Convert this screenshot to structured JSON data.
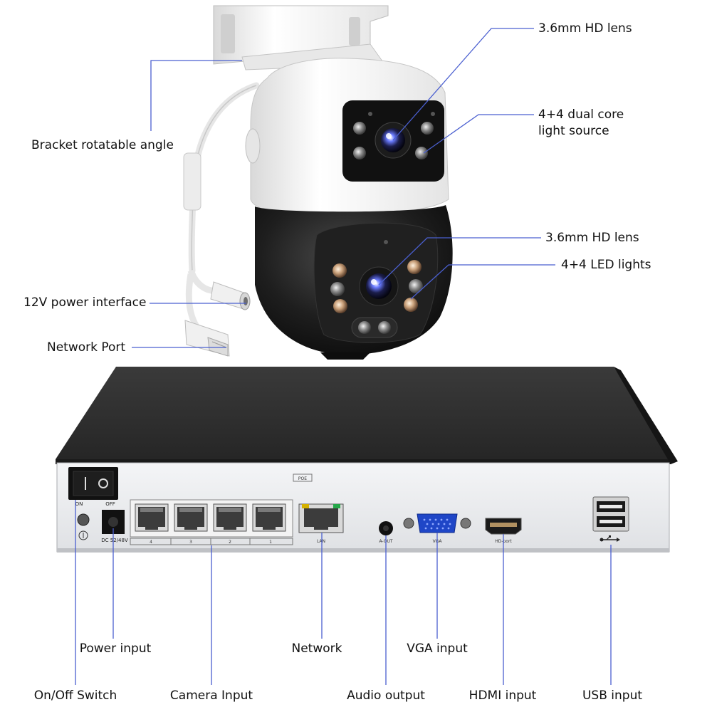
{
  "camera_labels": {
    "lens_top": "3.6mm HD lens",
    "light_source": "4+4 dual core\nlight source",
    "lens_bottom": "3.6mm HD lens",
    "led_lights": "4+4 LED lights",
    "bracket": "Bracket rotatable angle",
    "power_interface": "12V power interface",
    "network_port": "Network Port"
  },
  "nvr_labels": {
    "power_input": "Power input",
    "on_off_switch": "On/Off Switch",
    "camera_input": "Camera Input",
    "network": "Network",
    "audio_output": "Audio output",
    "vga_input": "VGA input",
    "hdmi_input": "HDMI input",
    "usb_input": "USB input"
  },
  "nvr_panel_text": {
    "poe": "POE",
    "on": "ON",
    "off": "OFF",
    "dc": "DC 52/48V",
    "port_numbers": [
      "4",
      "3",
      "2",
      "1"
    ],
    "lan": "LAN",
    "a_out": "A-OUT",
    "vga": "VGA",
    "hd_port": "HD-port"
  },
  "colors": {
    "callout_line": "#4a5fd0",
    "camera_white": "#f2f2f2",
    "camera_black": "#1a1a1a",
    "nvr_top": "#2a2a2a",
    "nvr_panel": "#e9eaec"
  }
}
